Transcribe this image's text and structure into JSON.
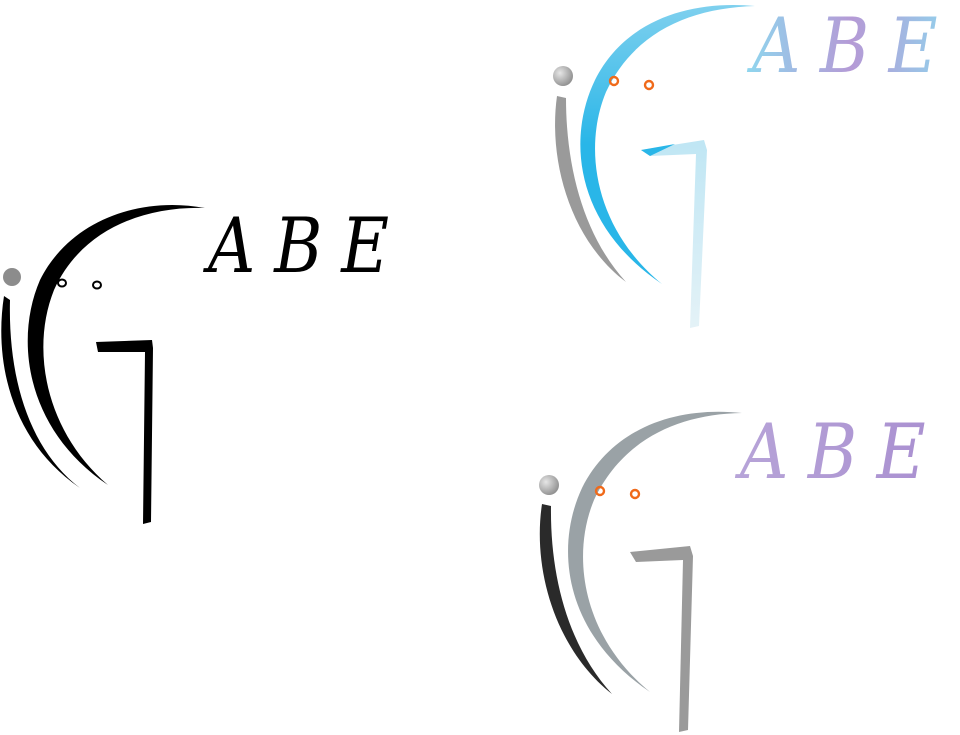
{
  "logo": {
    "wordmark": "ABE",
    "variants": [
      {
        "id": "black",
        "stroke_primary": "#000000",
        "stroke_secondary": "#000000",
        "stroke_stem": "#000000",
        "dot_color": "#8c8c8c",
        "eye_color": "#000000",
        "text_color": "#000000"
      },
      {
        "id": "blue-gradient",
        "stroke_primary": "#29b6e8",
        "stroke_secondary": "#9a9a9a",
        "stroke_stem": "#cfe9f2",
        "dot_color": "#a6a6a6",
        "eye_color": "#f06a1a",
        "text_color_start": "#8fd6ee",
        "text_color_end": "#b59ad6"
      },
      {
        "id": "grey-purple",
        "stroke_primary": "#9aa2a6",
        "stroke_secondary": "#2a2a2a",
        "stroke_stem": "#9a9a9a",
        "dot_color": "#a6a6a6",
        "eye_color": "#f06a1a",
        "text_color": "#b59ad6"
      }
    ]
  }
}
